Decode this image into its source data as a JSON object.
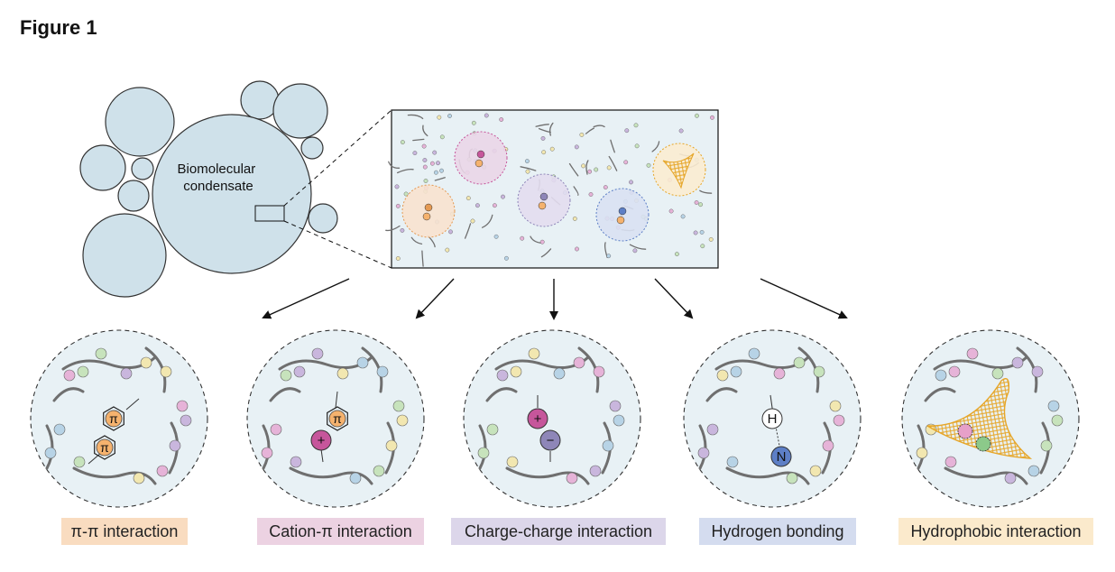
{
  "figure": {
    "title": "Figure 1"
  },
  "condensate_label": "Biomolecular\ncondensate",
  "panels": [
    {
      "id": "pi-pi",
      "caption": "π-π interaction",
      "color": "#f5b26e"
    },
    {
      "id": "cation-pi",
      "caption": "Cation-π interaction",
      "color": "#c6569b"
    },
    {
      "id": "charge-charge",
      "caption": "Charge-charge interaction",
      "color": "#8e86b8"
    },
    {
      "id": "hydrogen",
      "caption": "Hydrogen bonding",
      "color": "#5d7fc6"
    },
    {
      "id": "hydrophobic",
      "caption": "Hydrophobic interaction",
      "color": "#f2b53c"
    }
  ],
  "symbols": {
    "pi": "π",
    "plus": "+",
    "minus": "−",
    "hydrogen": "H",
    "nitrogen": "N"
  },
  "colors": {
    "droplet_fill": "#cfe1ea",
    "droplet_stroke": "#2b2b2b",
    "chain": "#6f6f6f",
    "bead_pink": "#e6b3d8",
    "bead_green": "#c7e3bc",
    "bead_purple": "#c9b6dd",
    "bead_yellow": "#f2e7b0",
    "bead_blue": "#b7d3e6"
  }
}
